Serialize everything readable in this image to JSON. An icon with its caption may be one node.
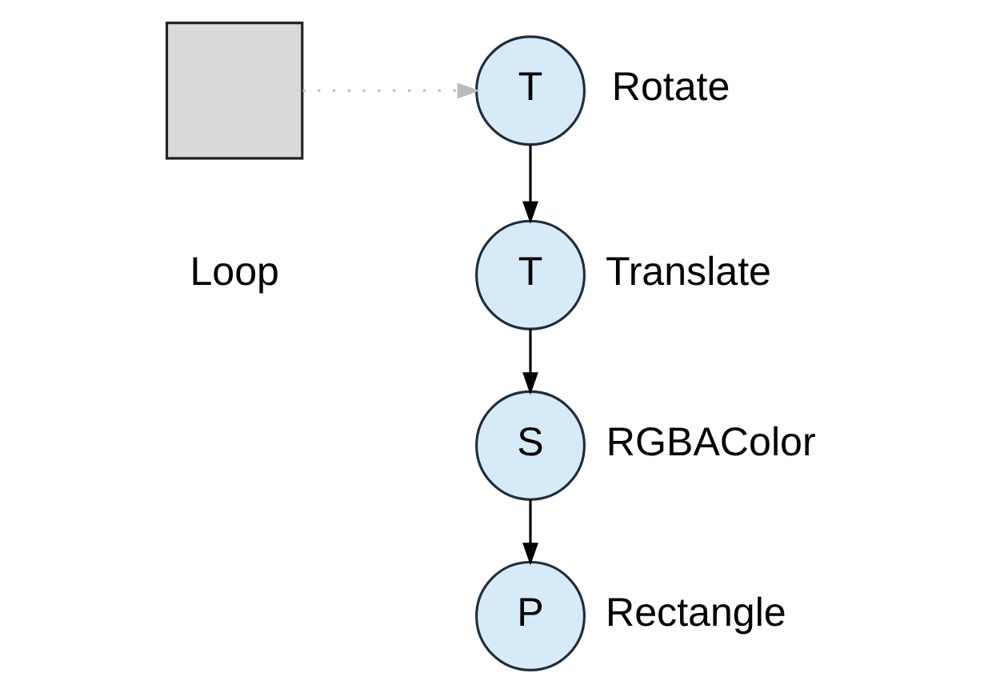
{
  "diagram": {
    "nodes": [
      {
        "text": [],
        "shape": "box",
        "beside": [
          "Loop"
        ]
      },
      {
        "text": [
          "T"
        ],
        "beside": [
          "Rotate"
        ]
      },
      {
        "text": [
          "T"
        ],
        "beside": [
          "Translate"
        ]
      },
      {
        "text": [
          "S"
        ],
        "beside": [
          "RGBAColor"
        ]
      },
      {
        "text": [
          "P"
        ],
        "beside": [
          "Rectangle"
        ]
      }
    ],
    "edges": [
      {
        "from": 0,
        "to": 1,
        "arrow": "to",
        "style": "dashed",
        "color": "#bbbbbb"
      },
      {
        "from": 1,
        "to": 2,
        "arrow": "to"
      },
      {
        "from": 2,
        "to": 3,
        "arrow": "to"
      },
      {
        "from": 3,
        "to": 4,
        "arrow": "to"
      }
    ]
  }
}
